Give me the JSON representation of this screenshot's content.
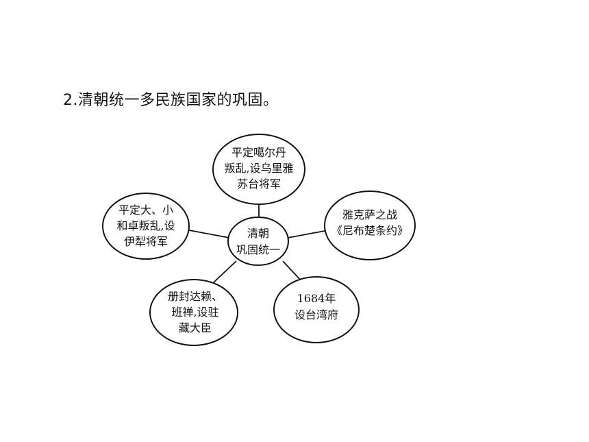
{
  "heading": "2.清朝统一多民族国家的巩固。",
  "diagram": {
    "center": {
      "lines": [
        "清朝",
        "巩固统一"
      ]
    },
    "nodes": [
      {
        "key": "top",
        "lines": [
          "平定噶尔丹",
          "叛乱,设乌里雅",
          "苏台将军"
        ]
      },
      {
        "key": "left",
        "lines": [
          "平定大、小",
          "和卓叛乱,设",
          "伊犁将军"
        ]
      },
      {
        "key": "right",
        "lines": [
          "雅克萨之战",
          "《尼布楚条约》"
        ]
      },
      {
        "key": "bottom-left",
        "lines": [
          "册封达赖、",
          "班禅,设驻",
          "藏大臣"
        ]
      },
      {
        "key": "bottom-right",
        "lines": [
          "1684年",
          "设台湾府"
        ]
      }
    ]
  }
}
